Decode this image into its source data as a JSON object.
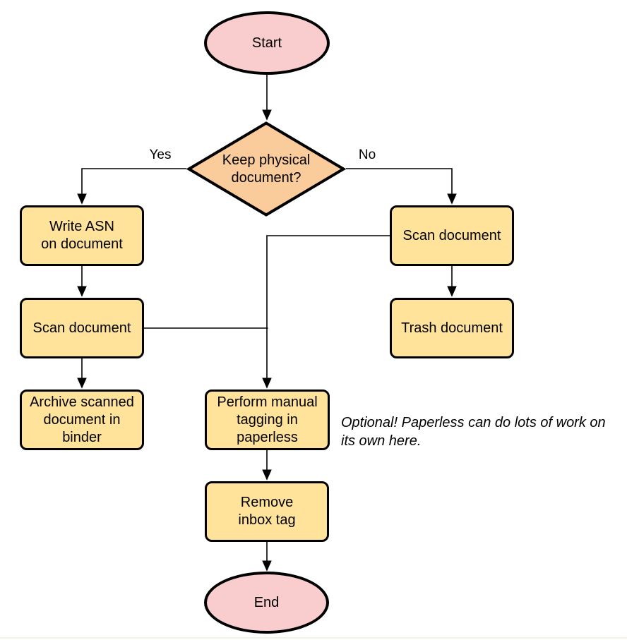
{
  "diagram": {
    "type": "flowchart",
    "nodes": {
      "start": {
        "label": "Start",
        "shape": "ellipse"
      },
      "keep_physical_document": {
        "label": "Keep physical\ndocument?",
        "shape": "diamond"
      },
      "write_asn": {
        "label": "Write ASN\non document",
        "shape": "process"
      },
      "scan_document_left": {
        "label": "Scan document",
        "shape": "process"
      },
      "archive_scanned": {
        "label": "Archive scanned\ndocument in\nbinder",
        "shape": "process"
      },
      "scan_document_right": {
        "label": "Scan document",
        "shape": "process"
      },
      "trash_document": {
        "label": "Trash document",
        "shape": "process"
      },
      "manual_tagging": {
        "label": "Perform manual\ntagging in\npaperless",
        "shape": "process"
      },
      "remove_inbox_tag": {
        "label": "Remove\ninbox tag",
        "shape": "process"
      },
      "end": {
        "label": "End",
        "shape": "ellipse"
      }
    },
    "edge_labels": {
      "yes": "Yes",
      "no": "No"
    },
    "annotation": "Optional! Paperless can do lots of work on\nits own here.",
    "colors": {
      "terminal-fill": "#F9CDCD",
      "decision-fill": "#FACB9B",
      "process-fill": "#FFE39B",
      "stroke": "#000000",
      "canvas": "#FFFFFF",
      "bottom-rule": "#F3F0E3"
    }
  }
}
